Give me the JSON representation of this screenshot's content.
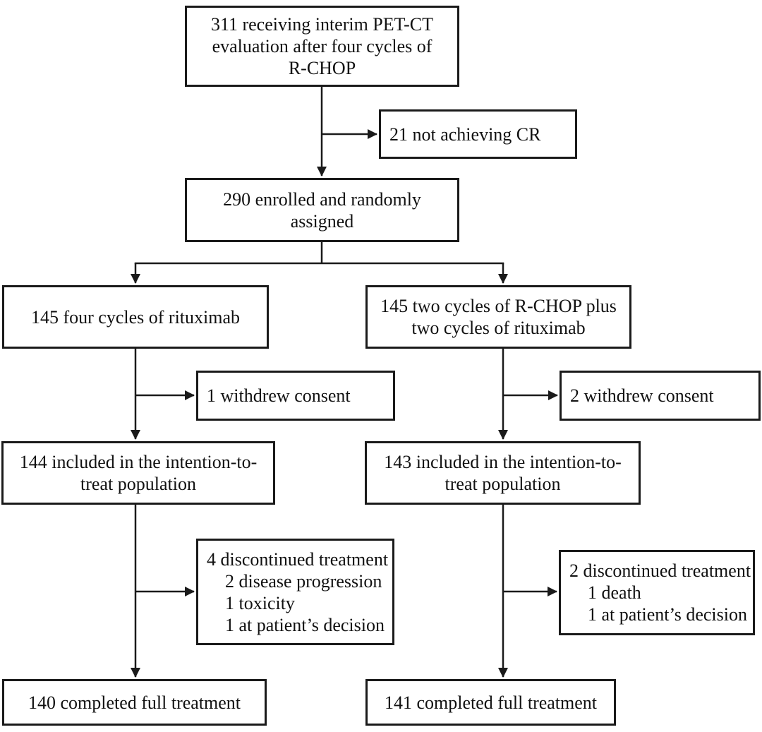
{
  "colors": {
    "background": "#ffffff",
    "box_border": "#1a1a1a",
    "text": "#111111",
    "connector": "#1a1a1a"
  },
  "flowchart": {
    "screened": {
      "lines": [
        "311 receiving interim PET-CT",
        "evaluation after four cycles of",
        "R-CHOP"
      ]
    },
    "not_achieving_cr": {
      "text": "21 not achieving CR"
    },
    "enrolled": {
      "lines": [
        "290 enrolled and randomly",
        "assigned"
      ]
    },
    "arm_rituximab": {
      "text": "145 four cycles of rituximab"
    },
    "arm_rchop": {
      "lines": [
        "145 two cycles of R-CHOP plus",
        "two cycles of rituximab"
      ]
    },
    "withdrew_left": {
      "text": "1 withdrew consent"
    },
    "withdrew_right": {
      "text": "2 withdrew consent"
    },
    "itt_left": {
      "lines": [
        "144 included in the intention-to-",
        "treat population"
      ]
    },
    "itt_right": {
      "lines": [
        "143 included in the intention-to-",
        "treat population"
      ]
    },
    "discontinued_left": {
      "title": "4 discontinued treatment",
      "items": [
        "2 disease progression",
        "1 toxicity",
        "1 at patient’s decision"
      ]
    },
    "discontinued_right": {
      "title": "2 discontinued treatment",
      "items": [
        "1 death",
        "1 at patient’s decision"
      ]
    },
    "completed_left": {
      "text": "140 completed full treatment"
    },
    "completed_right": {
      "text": "141 completed full treatment"
    }
  }
}
